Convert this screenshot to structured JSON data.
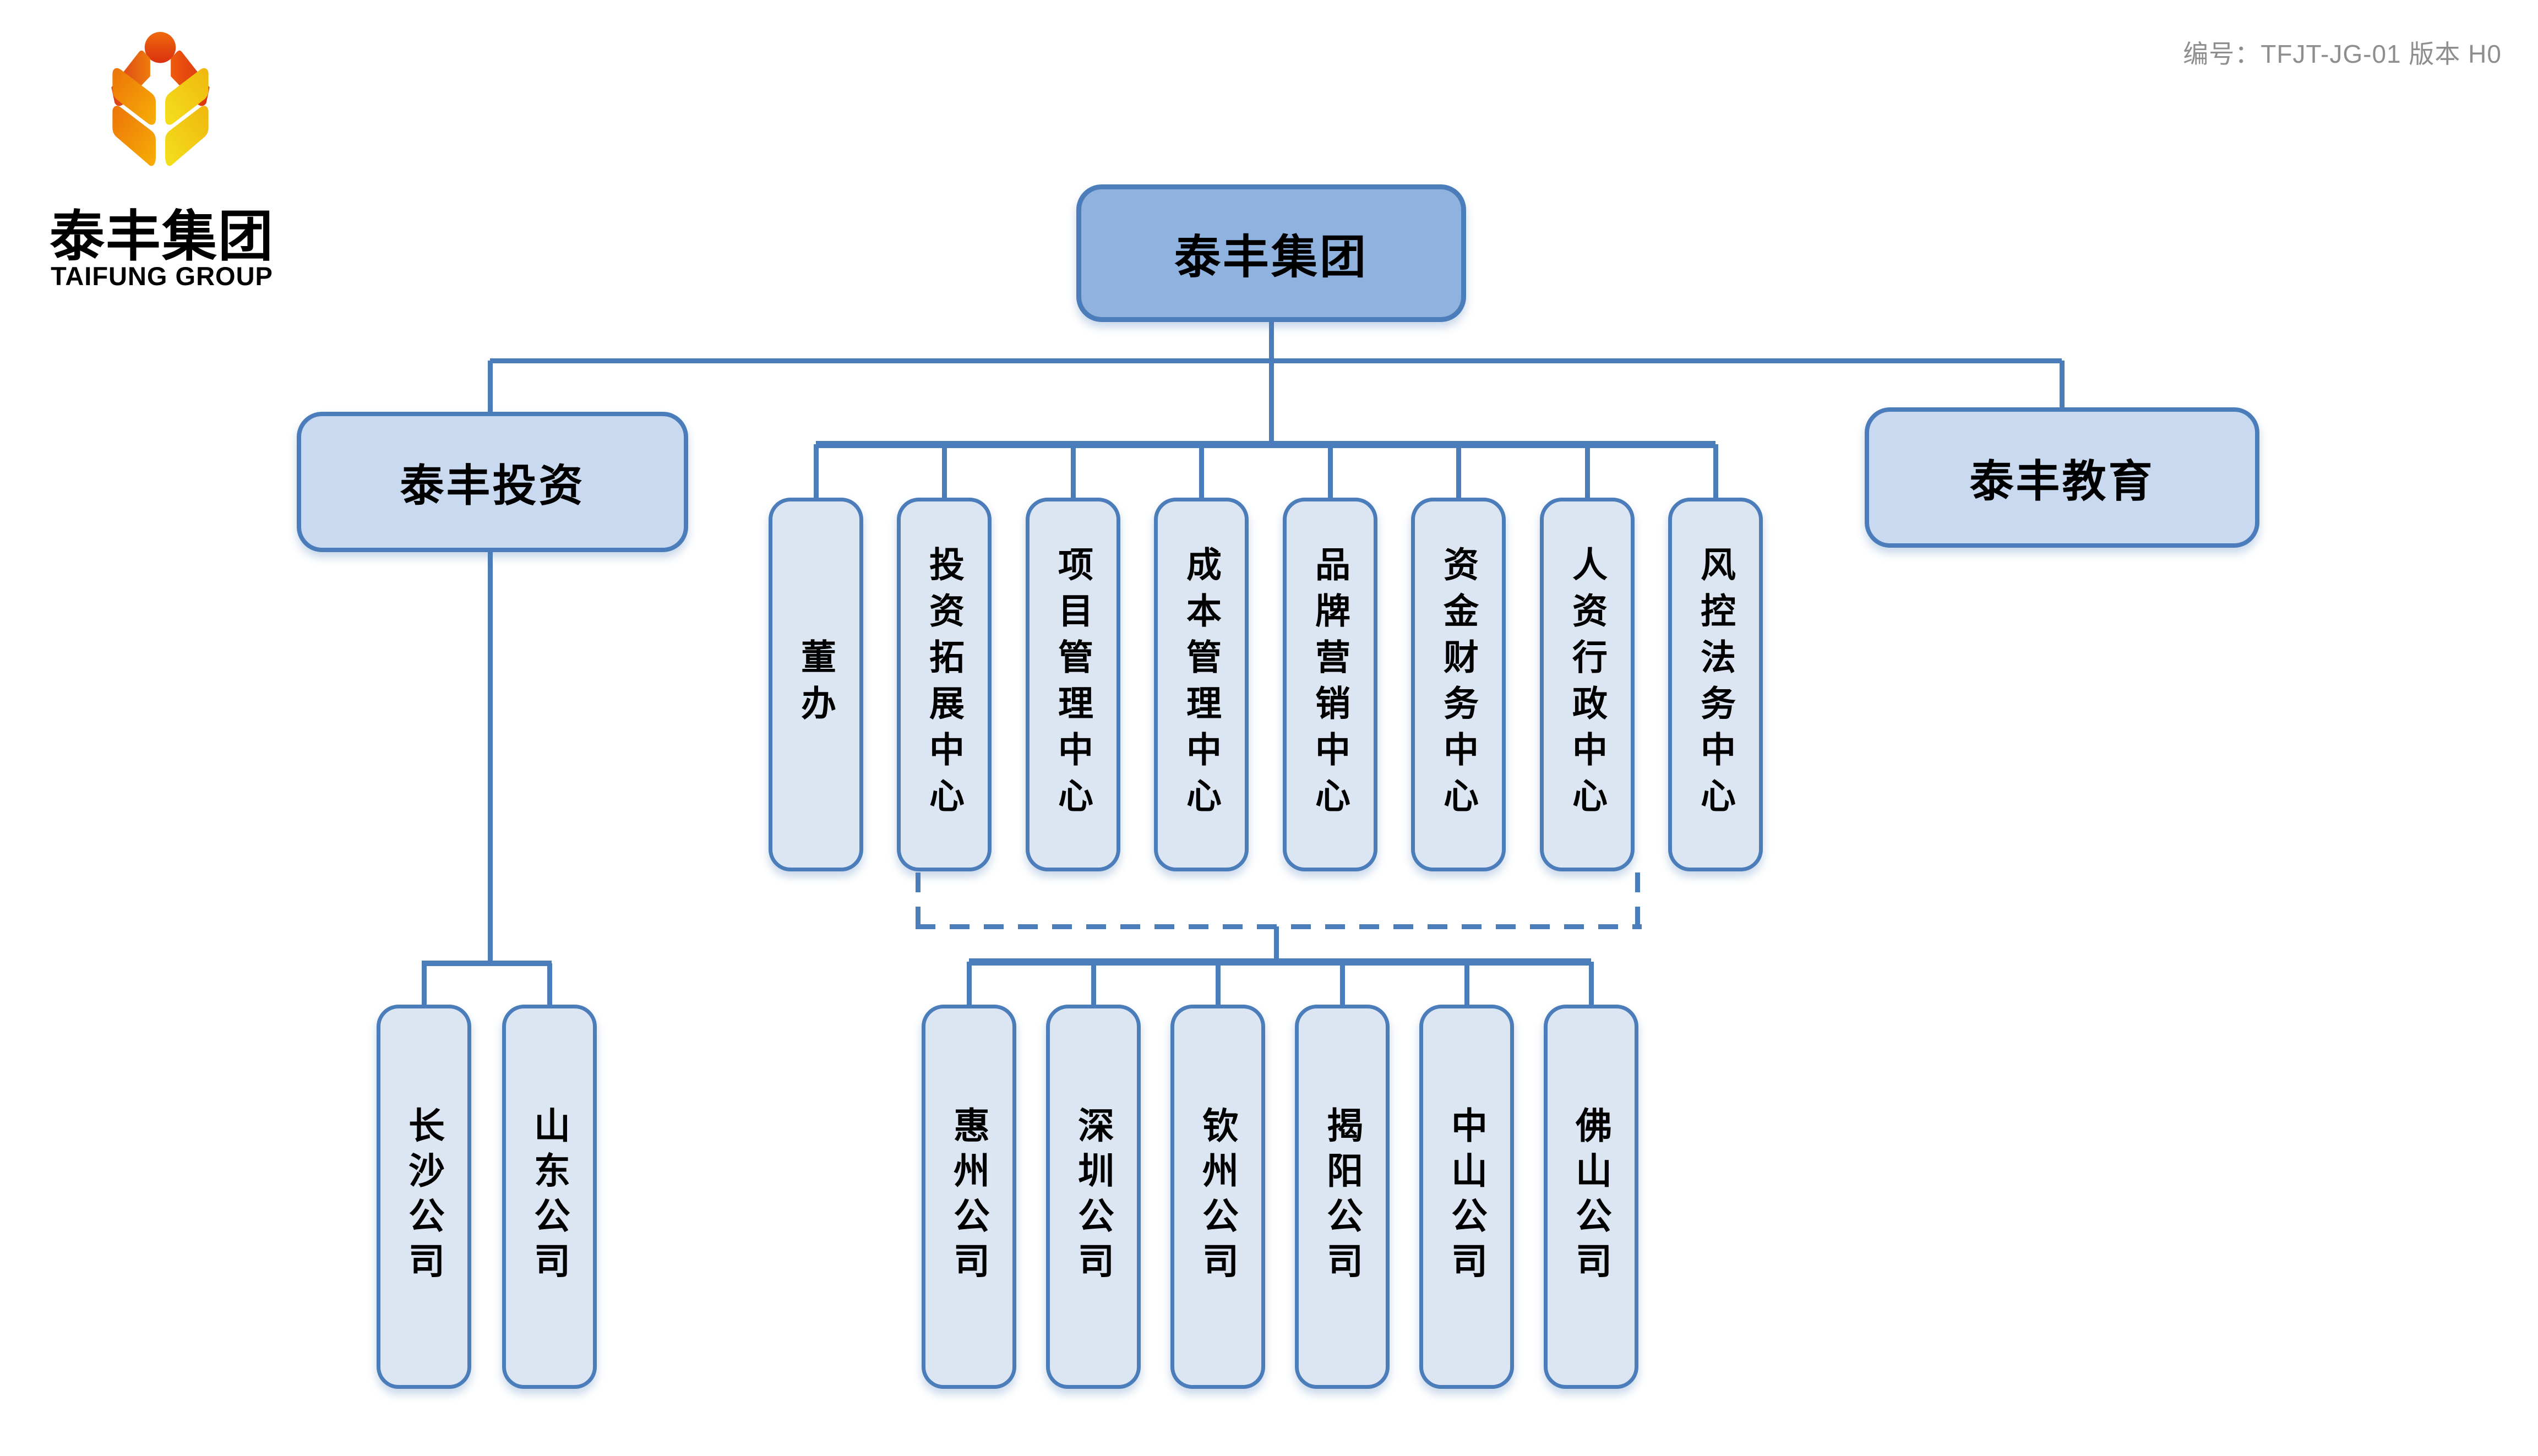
{
  "header": {
    "logo_title": "泰丰集团",
    "logo_subtitle": "TAIFUNG GROUP",
    "doc_code": "编号：TFJT-JG-01  版本 H0"
  },
  "colors": {
    "accent": "#4C7DBB",
    "root_fill": "#8FB2DE",
    "level2_fill": "#C8D9F0",
    "node_fill": "#DCE5F2",
    "doc_code_gray": "#8E8E8E",
    "text": "#000000",
    "logo_red": "#DD3A10",
    "logo_orange": "#EE7C08",
    "logo_yellow": "#F2CF12"
  },
  "org": {
    "root": {
      "label": "泰丰集团"
    },
    "left_branch": {
      "label": "泰丰投资",
      "children": [
        "长沙公司",
        "山东公司"
      ]
    },
    "right_branch": {
      "label": "泰丰教育"
    },
    "departments": [
      "董办",
      "投资拓展中心",
      "项目管理中心",
      "成本管理中心",
      "品牌营销中心",
      "资金财务中心",
      "人资行政中心",
      "风控法务中心"
    ],
    "regional_companies": [
      "惠州公司",
      "深圳公司",
      "钦州公司",
      "揭阳公司",
      "中山公司",
      "佛山公司"
    ]
  }
}
